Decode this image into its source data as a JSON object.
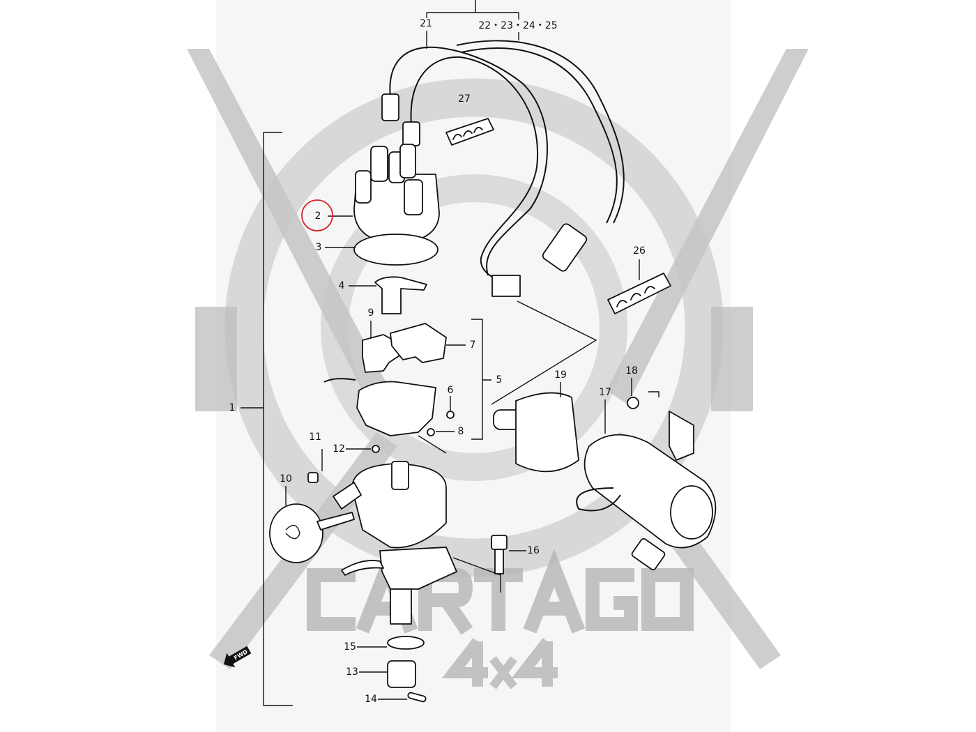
{
  "diagram": {
    "type": "exploded parts diagram",
    "highlight_color": "#d62828",
    "highlighted_part": "2",
    "labels": {
      "p21": "21",
      "p22_25": "22・23・24・25",
      "p27": "27",
      "p2": "2",
      "p3": "3",
      "p4": "4",
      "p9": "9",
      "p7": "7",
      "p5": "5",
      "p6": "6",
      "p8": "8",
      "p26": "26",
      "p19": "19",
      "p18": "18",
      "p17": "17",
      "p1": "1",
      "p11": "11",
      "p12": "12",
      "p10": "10",
      "p16": "16",
      "p15": "15",
      "p13": "13",
      "p14": "14"
    },
    "fwd_arrow": "FWD"
  },
  "watermark": {
    "brand": "CARTAGO",
    "sub": "4x4"
  }
}
